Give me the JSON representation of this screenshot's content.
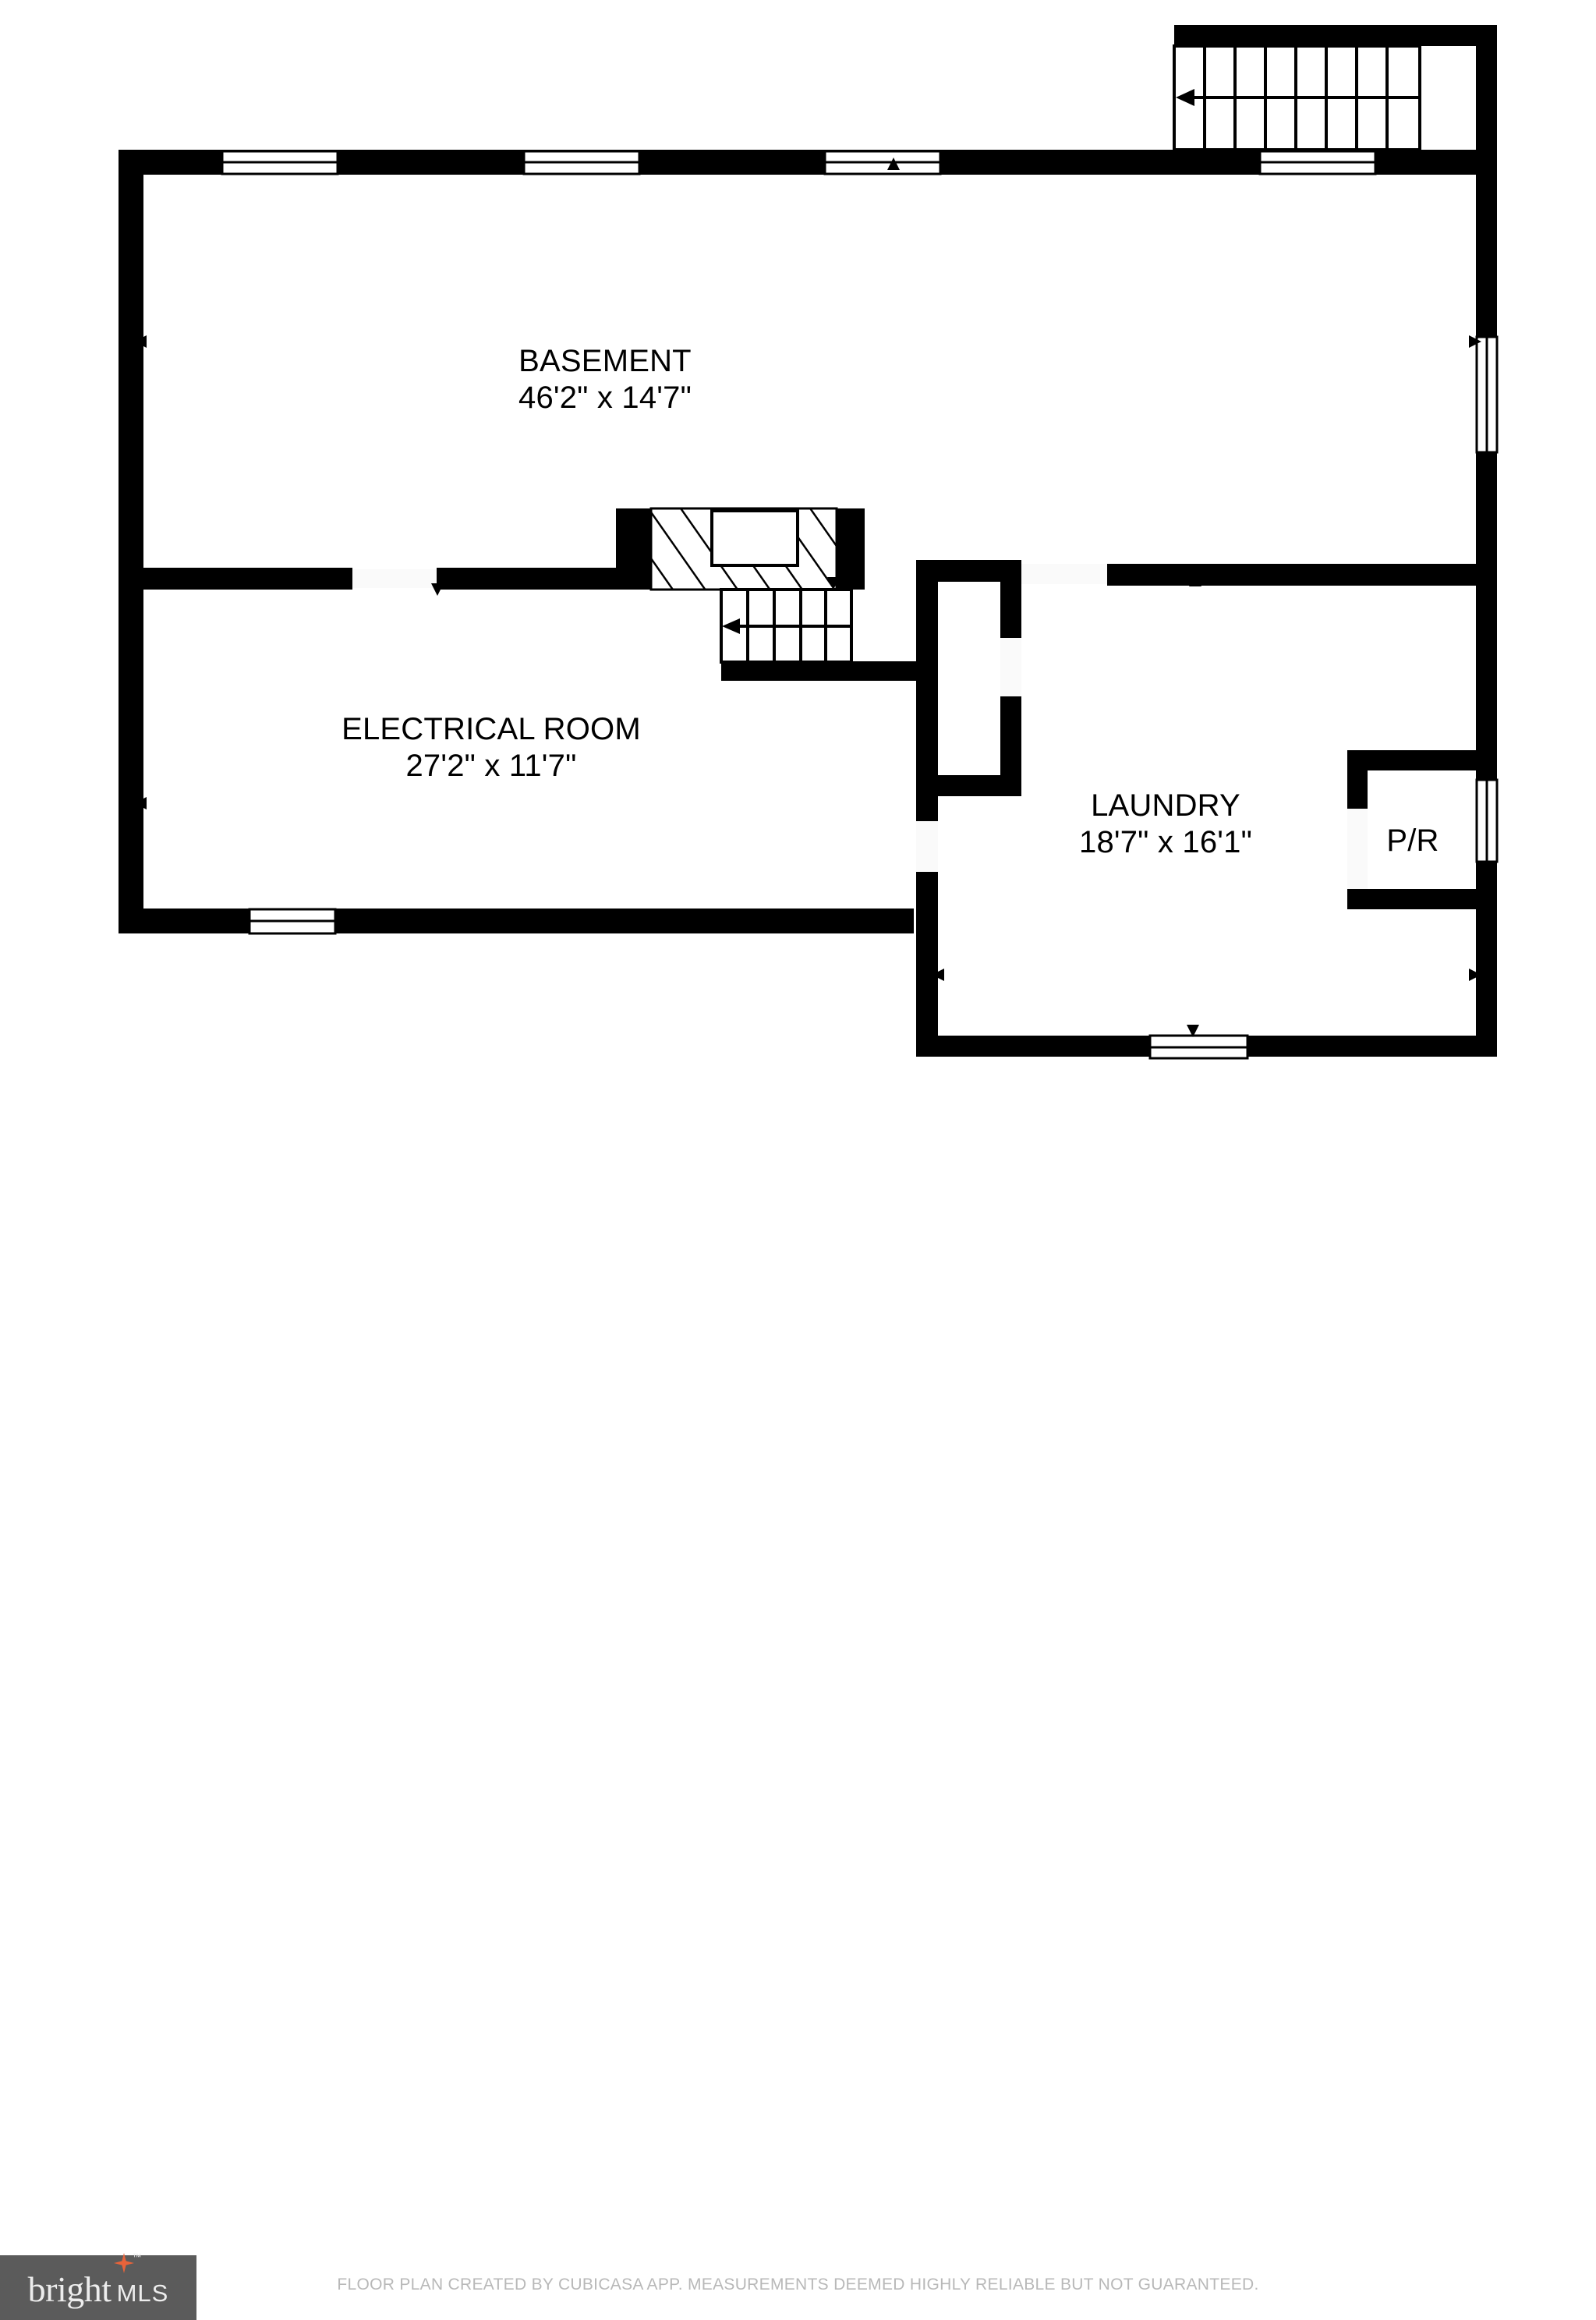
{
  "document": {
    "type": "floor-plan",
    "level": "Basement"
  },
  "rooms": [
    {
      "id": "basement",
      "name": "BASEMENT",
      "dimensions": "46'2\" x 14'7\""
    },
    {
      "id": "electrical_room",
      "name": "ELECTRICAL ROOM",
      "dimensions": "27'2\" x 11'7\""
    },
    {
      "id": "laundry",
      "name": "LAUNDRY",
      "dimensions": "18'7\" x 16'1\""
    },
    {
      "id": "powder_room",
      "name": "P/R",
      "dimensions": ""
    }
  ],
  "features": {
    "stairs": [
      {
        "id": "upper-stair",
        "treads": 8,
        "direction": "left"
      },
      {
        "id": "lower-stair",
        "treads": 5,
        "direction": "left"
      }
    ],
    "closet_hatched": {
      "id": "under-stair-closet",
      "hatch": "diagonal"
    },
    "windows_count": 7,
    "doors_count": 4
  },
  "brand": {
    "word": "bright",
    "suffix": "MLS",
    "trademark": "™",
    "star_color": "#e8633a",
    "badge_color": "#5b5b5b",
    "text_color": "#ededed"
  },
  "footer": {
    "disclaimer": "FLOOR PLAN CREATED BY CUBICASA APP. MEASUREMENTS DEEMED HIGHLY RELIABLE BUT NOT GUARANTEED."
  },
  "colors": {
    "wall": "#000000",
    "background": "#ffffff",
    "label": "#000000",
    "footer_text": "#b8b8b8"
  }
}
